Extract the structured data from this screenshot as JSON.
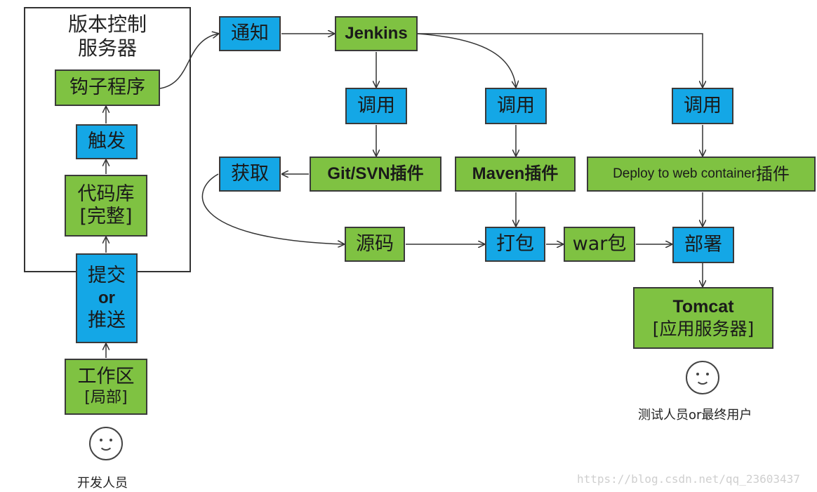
{
  "vcs": {
    "title_line1": "版本控制",
    "title_line2": "服务器"
  },
  "nodes": {
    "hook": "钩子程序",
    "trigger": "触发",
    "repo_line1": "代码库",
    "repo_line2": "[完整]",
    "commit_line1": "提交",
    "commit_line2": "or",
    "commit_line3": "推送",
    "workspace_line1": "工作区",
    "workspace_line2": "[局部]",
    "notify": "通知",
    "jenkins": "Jenkins",
    "call1": "调用",
    "call2": "调用",
    "call3": "调用",
    "fetch": "获取",
    "git_plugin": "Git/SVN插件",
    "maven_plugin": "Maven插件",
    "deploy_plugin_main": "Deploy to web container",
    "deploy_plugin_suffix": "插件",
    "source": "源码",
    "package": "打包",
    "war": "war包",
    "deploy": "部署",
    "tomcat_line1": "Tomcat",
    "tomcat_line2": "[应用服务器]"
  },
  "people": {
    "developer": "开发人员",
    "tester": "测试人员or最终用户"
  },
  "watermark": "https://blog.csdn.net/qq_23603437",
  "colors": {
    "green": "#7fc242",
    "blue": "#14a7e6"
  }
}
